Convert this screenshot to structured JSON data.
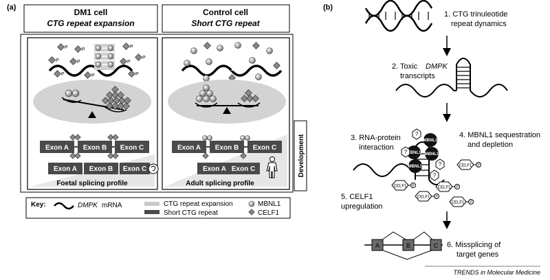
{
  "panel_a": {
    "label": "(a)",
    "dm1": {
      "title": "DM1 cell",
      "subtitle": "CTG repeat expansion",
      "exons_top": [
        "Exon A",
        "Exon B",
        "Exon C"
      ],
      "exons_bottom": [
        "Exon A",
        "Exon B",
        "Exon C"
      ],
      "profile": "Foetal splicing profile"
    },
    "control": {
      "title": "Control cell",
      "subtitle": "Short CTG repeat",
      "exons_top": [
        "Exon A",
        "Exon B",
        "Exon C"
      ],
      "exons_bottom": [
        "Exon A",
        "Exon C"
      ],
      "profile": "Adult splicing profile"
    },
    "development": "Development",
    "phospho": "P",
    "key": {
      "title": "Key:",
      "mrna": "mRNA",
      "mrna_gene": "DMPK",
      "expansion": "CTG repeat expansion",
      "short": "Short CTG repeat",
      "mbnl1": "MBNL1",
      "celf1": "CELF1"
    }
  },
  "panel_b": {
    "label": "(b)",
    "step1": [
      "1. CTG trinuleotide",
      "repeat dynamics"
    ],
    "step2_prefix": "2. Toxic",
    "step2_gene": "DMPK",
    "step2_line2": "transcripts",
    "step3": [
      "3. RNA-protein",
      "interaction"
    ],
    "step4": [
      "4. MBNL1 sequestration",
      "and depletion"
    ],
    "step5": [
      "5. CELF1",
      "upregulation"
    ],
    "step6": [
      "6. Missplicing of",
      "target genes"
    ],
    "mbnl_label": "MBNL1",
    "celf_label": "CELF1",
    "p_label": "P",
    "unknown": "?",
    "splice_exons": [
      "A",
      "B",
      "C"
    ],
    "credit": "TRENDS in Molecular Medicine"
  }
}
